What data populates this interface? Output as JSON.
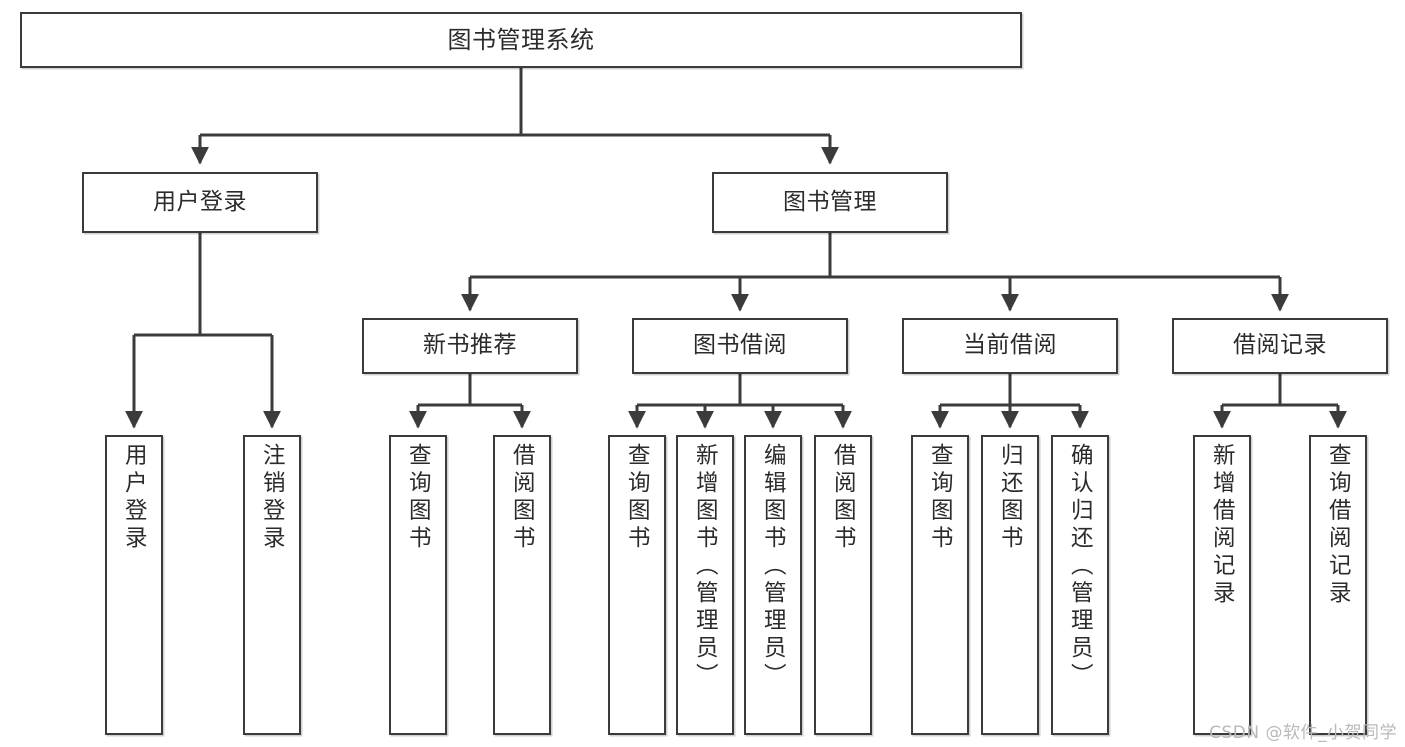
{
  "diagram": {
    "title": "图书管理系统",
    "watermark": "CSDN @软件_小贺同学",
    "accent_color": "#3b3b3b",
    "background_color": "#ffffff",
    "nodes": {
      "root": "图书管理系统",
      "l1": [
        "用户登录",
        "图书管理"
      ],
      "l2": [
        "新书推荐",
        "图书借阅",
        "当前借阅",
        "借阅记录"
      ],
      "leaves": {
        "user_login": [
          "用户登录",
          "注销登录"
        ],
        "new_book": [
          "查询图书",
          "借阅图书"
        ],
        "book_borrow": [
          "查询图书",
          "新增图书（管理员）",
          "编辑图书（管理员）",
          "借阅图书"
        ],
        "current_borrow": [
          "查询图书",
          "归还图书",
          "确认归还（管理员）"
        ],
        "borrow_record": [
          "新增借阅记录",
          "查询借阅记录"
        ]
      }
    }
  }
}
